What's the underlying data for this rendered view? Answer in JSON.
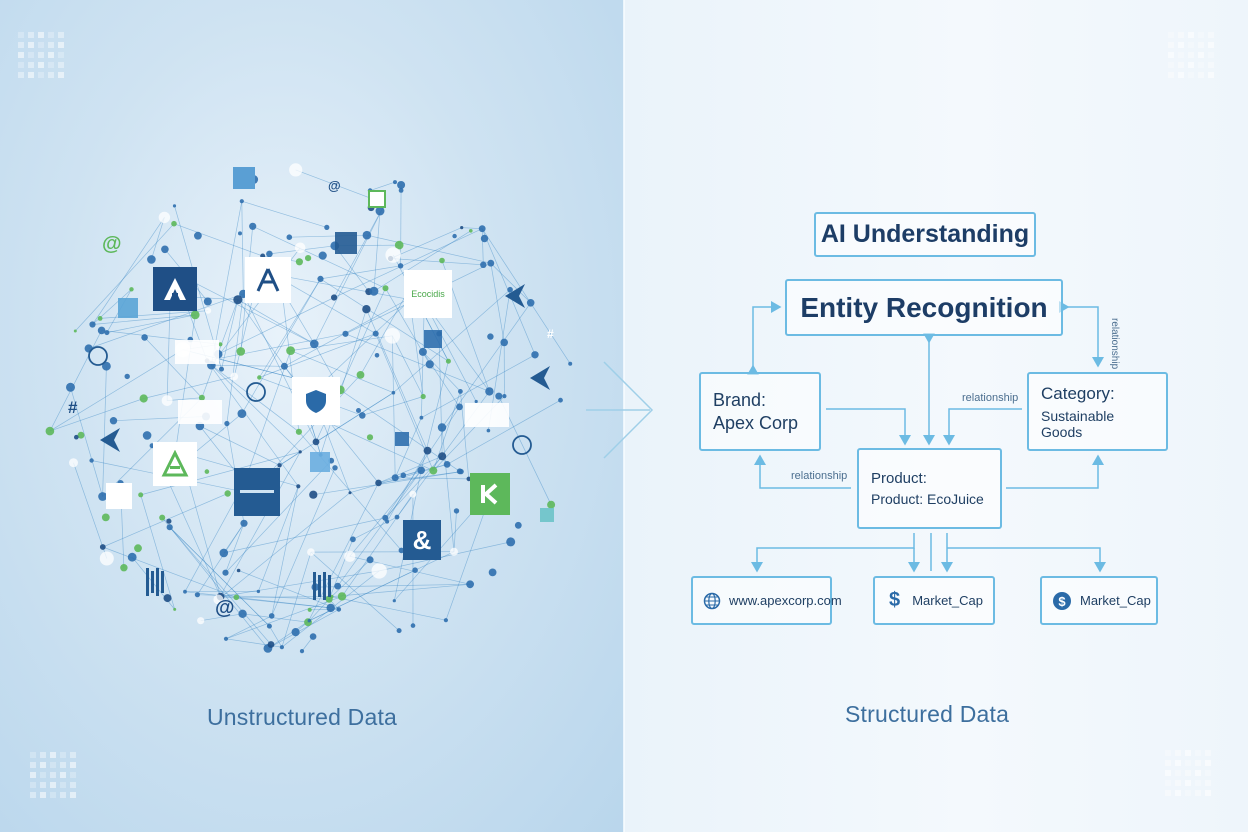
{
  "left_panel": {
    "caption": "Unstructured Data",
    "tiles": {
      "ecocidis_label": "Ecocidis"
    }
  },
  "right_panel": {
    "caption": "Structured Data",
    "ai_understanding": "AI Understanding",
    "entity_recognition": "Entity Recognition",
    "brand": {
      "line1": "Brand:",
      "line2": "Apex Corp"
    },
    "category": {
      "line1": "Category:",
      "line2": "Sustainable Goods"
    },
    "product": {
      "line1": "Product:",
      "line2": "Product: EcoJuice"
    },
    "relationship_label_1": "relationship",
    "relationship_label_2": "relationship",
    "relationship_label_vertical": "relationship",
    "leaves": [
      {
        "icon": "globe-icon",
        "text": "www.apexcorp.com"
      },
      {
        "icon": "dollar-icon",
        "text": "Market_Cap"
      },
      {
        "icon": "dollar-circle-icon",
        "text": "Market_Cap"
      }
    ]
  },
  "colors": {
    "accent": "#6cbbe3",
    "dark_blue": "#1d3d66",
    "green": "#5db85b",
    "network_blue": "#3a87c4"
  }
}
